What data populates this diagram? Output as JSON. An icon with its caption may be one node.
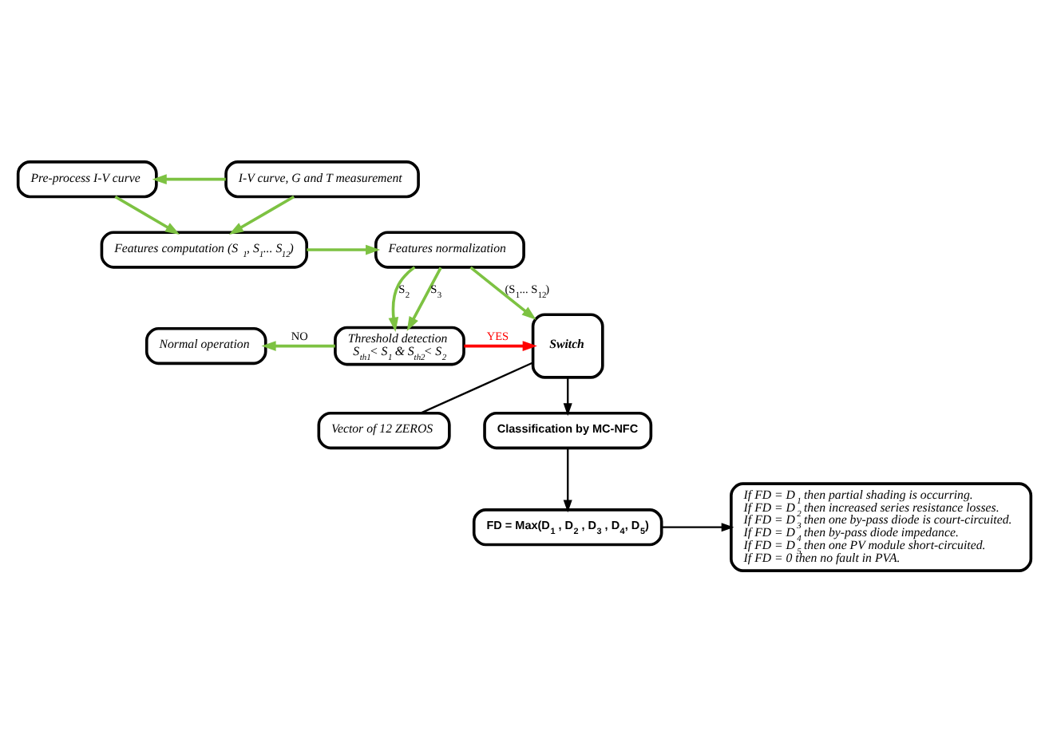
{
  "diagram": {
    "nodes": [
      {
        "text": [
          "Pre-process I-V curve"
        ]
      },
      {
        "text": [
          "I-V curve, G and T measurement"
        ]
      },
      {
        "text": [
          "Features computation (S$_{1}$, S$_{1}$... S$_{12}$)"
        ]
      },
      {
        "text": [
          "Features normalization"
        ]
      },
      {
        "text": [
          "Normal operation"
        ]
      },
      {
        "text": [
          "Threshold detection",
          "S$_{th1}$< S$_{1}$ & S$_{th2}$< S$_{2}$"
        ]
      },
      {
        "text": [
          "Switch"
        ]
      },
      {
        "text": [
          "Vector of 12 ZEROS"
        ]
      },
      {
        "text": [
          "Classification by MC-NFC"
        ]
      },
      {
        "text": [
          "FD = Max(D$_{1}$ , D$_{2}$ , D$_{3}$ , D$_{4}$, D$_{5}$)"
        ]
      },
      {
        "text": [
          "If FD = D$_{1}$ then partial shading is occurring.",
          "If FD = D$_{2}$ then increased series resistance losses.",
          "If FD = D$_{3}$ then one by-pass diode is court-circuited.",
          "If FD = D$_{4}$ then by-pass diode impedance.",
          "If FD = D$_{5}$ then one PV module short-circuited.",
          "If FD = 0 then no fault in PVA."
        ]
      }
    ],
    "edges": [
      {
        "from": 1,
        "to": 0,
        "arrow": "to"
      },
      {
        "from": 1,
        "to": 2,
        "arrow": "to"
      },
      {
        "from": 0,
        "to": 2,
        "arrow": "to"
      },
      {
        "from": 2,
        "to": 3,
        "arrow": "to"
      },
      {
        "from": 3,
        "to": 5,
        "arrow": "to",
        "label": "S$_{2}$"
      },
      {
        "from": 3,
        "to": 5,
        "arrow": "to",
        "label": "S$_{3}$"
      },
      {
        "from": 3,
        "to": 6,
        "arrow": "to",
        "label": "(S$_{1}$... S$_{12}$)"
      },
      {
        "from": 5,
        "to": 4,
        "arrow": "to",
        "label": "NO"
      },
      {
        "from": 5,
        "to": 6,
        "arrow": "to",
        "label": "YES",
        "color": "#ff0000"
      },
      {
        "from": 7,
        "to": 6,
        "arrow": "none",
        "color": "#000000"
      },
      {
        "from": 6,
        "to": 8,
        "arrow": "to",
        "color": "#000000"
      },
      {
        "from": 8,
        "to": 9,
        "arrow": "to",
        "color": "#000000"
      },
      {
        "from": 9,
        "to": 10,
        "arrow": "to",
        "color": "#000000"
      }
    ]
  }
}
